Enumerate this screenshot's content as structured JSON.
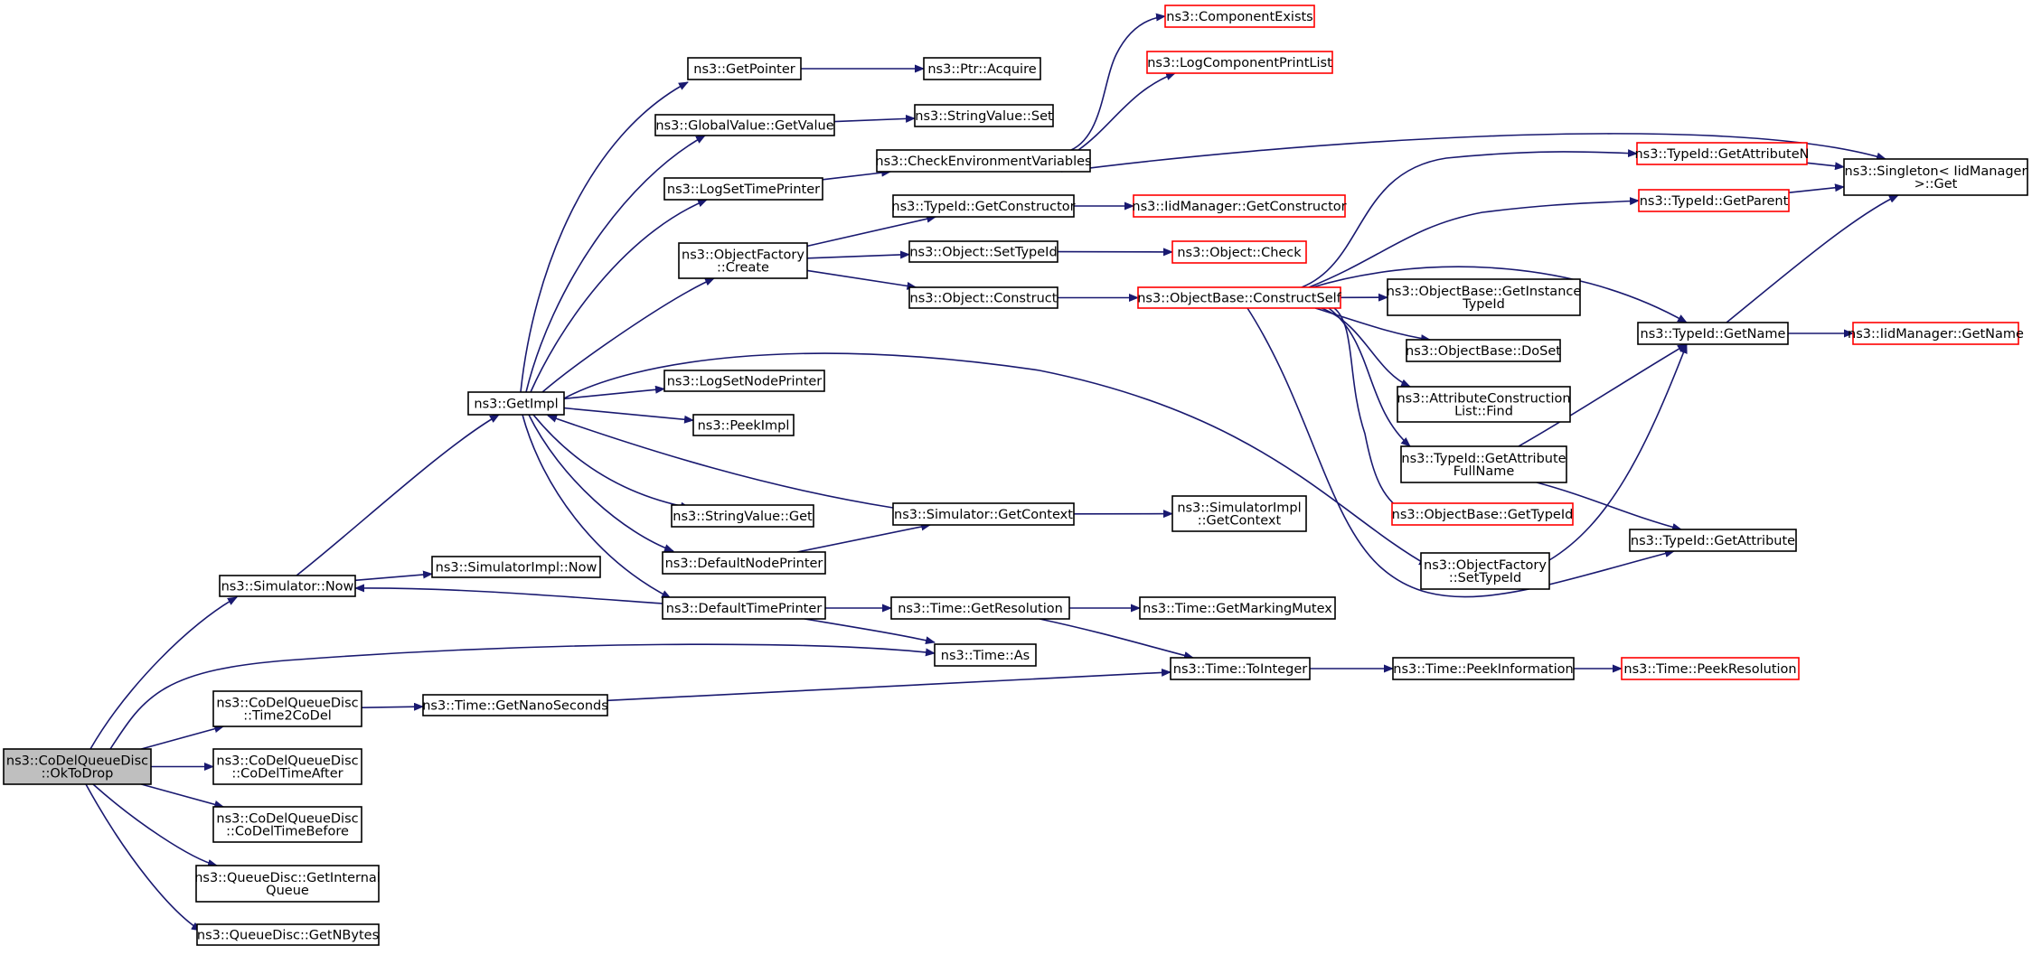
{
  "colors": {
    "edge": "#191970",
    "node_border_normal": "#000000",
    "node_border_red": "#ff0000",
    "root_fill": "#bfbfbf",
    "node_fill": "#ffffff"
  },
  "nodes": {
    "oktodrop": {
      "lines": [
        "ns3::CoDelQueueDisc",
        "::OkToDrop"
      ],
      "style": "root"
    },
    "simnow": {
      "lines": [
        "ns3::Simulator::Now"
      ],
      "style": "normal"
    },
    "time2codel": {
      "lines": [
        "ns3::CoDelQueueDisc",
        "::Time2CoDel"
      ],
      "style": "normal"
    },
    "codeltimeafter": {
      "lines": [
        "ns3::CoDelQueueDisc",
        "::CoDelTimeAfter"
      ],
      "style": "normal"
    },
    "codeltimebefore": {
      "lines": [
        "ns3::CoDelQueueDisc",
        "::CoDelTimeBefore"
      ],
      "style": "normal"
    },
    "getinternalqueue": {
      "lines": [
        "ns3::QueueDisc::GetInternal",
        "Queue"
      ],
      "style": "normal"
    },
    "getnbytes": {
      "lines": [
        "ns3::QueueDisc::GetNBytes"
      ],
      "style": "normal"
    },
    "getimpl": {
      "lines": [
        "ns3::GetImpl"
      ],
      "style": "normal"
    },
    "simimplnow": {
      "lines": [
        "ns3::SimulatorImpl::Now"
      ],
      "style": "normal"
    },
    "getnanoseconds": {
      "lines": [
        "ns3::Time::GetNanoSeconds"
      ],
      "style": "normal"
    },
    "getpointer": {
      "lines": [
        "ns3::GetPointer"
      ],
      "style": "normal"
    },
    "globalgetvalue": {
      "lines": [
        "ns3::GlobalValue::GetValue"
      ],
      "style": "normal"
    },
    "logsettimeprinter": {
      "lines": [
        "ns3::LogSetTimePrinter"
      ],
      "style": "normal"
    },
    "objfactorycreate": {
      "lines": [
        "ns3::ObjectFactory",
        "::Create"
      ],
      "style": "normal"
    },
    "logsetnodeprinter": {
      "lines": [
        "ns3::LogSetNodePrinter"
      ],
      "style": "normal"
    },
    "peekimpl": {
      "lines": [
        "ns3::PeekImpl"
      ],
      "style": "normal"
    },
    "stringvalueget": {
      "lines": [
        "ns3::StringValue::Get"
      ],
      "style": "normal"
    },
    "defaultnodeprinter": {
      "lines": [
        "ns3::DefaultNodePrinter"
      ],
      "style": "normal"
    },
    "defaulttimeprinter": {
      "lines": [
        "ns3::DefaultTimePrinter"
      ],
      "style": "normal"
    },
    "ptracquire": {
      "lines": [
        "ns3::Ptr::Acquire"
      ],
      "style": "normal"
    },
    "stringvalueset": {
      "lines": [
        "ns3::StringValue::Set"
      ],
      "style": "normal"
    },
    "checkenv": {
      "lines": [
        "ns3::CheckEnvironmentVariables"
      ],
      "style": "normal"
    },
    "typeidgetconstructor": {
      "lines": [
        "ns3::TypeId::GetConstructor"
      ],
      "style": "normal"
    },
    "objectsettypeid": {
      "lines": [
        "ns3::Object::SetTypeId"
      ],
      "style": "normal"
    },
    "objectconstruct": {
      "lines": [
        "ns3::Object::Construct"
      ],
      "style": "normal"
    },
    "simgetcontext": {
      "lines": [
        "ns3::Simulator::GetContext"
      ],
      "style": "normal"
    },
    "timegetresolution": {
      "lines": [
        "ns3::Time::GetResolution"
      ],
      "style": "normal"
    },
    "timeas": {
      "lines": [
        "ns3::Time::As"
      ],
      "style": "normal"
    },
    "componentexists": {
      "lines": [
        "ns3::ComponentExists"
      ],
      "style": "red"
    },
    "logcomponentprintlist": {
      "lines": [
        "ns3::LogComponentPrintList"
      ],
      "style": "red"
    },
    "iidgetconstructor": {
      "lines": [
        "ns3::IidManager::GetConstructor"
      ],
      "style": "red"
    },
    "objectcheck": {
      "lines": [
        "ns3::Object::Check"
      ],
      "style": "red"
    },
    "constructself": {
      "lines": [
        "ns3::ObjectBase::ConstructSelf"
      ],
      "style": "red"
    },
    "simimplgetcontext": {
      "lines": [
        "ns3::SimulatorImpl",
        "::GetContext"
      ],
      "style": "normal"
    },
    "getmarkingmutex": {
      "lines": [
        "ns3::Time::GetMarkingMutex"
      ],
      "style": "normal"
    },
    "timetointeger": {
      "lines": [
        "ns3::Time::ToInteger"
      ],
      "style": "normal"
    },
    "getinstancetypeid": {
      "lines": [
        "ns3::ObjectBase::GetInstance",
        "TypeId"
      ],
      "style": "normal"
    },
    "doset": {
      "lines": [
        "ns3::ObjectBase::DoSet"
      ],
      "style": "normal"
    },
    "attrconstructionfind": {
      "lines": [
        "ns3::AttributeConstruction",
        "List::Find"
      ],
      "style": "normal"
    },
    "getattributefullname": {
      "lines": [
        "ns3::TypeId::GetAttribute",
        "FullName"
      ],
      "style": "normal"
    },
    "objectbasegettypeid": {
      "lines": [
        "ns3::ObjectBase::GetTypeId"
      ],
      "style": "red"
    },
    "objfactorysettypeid": {
      "lines": [
        "ns3::ObjectFactory",
        "::SetTypeId"
      ],
      "style": "normal"
    },
    "peekinformation": {
      "lines": [
        "ns3::Time::PeekInformation"
      ],
      "style": "normal"
    },
    "getattributen": {
      "lines": [
        "ns3::TypeId::GetAttributeN"
      ],
      "style": "red"
    },
    "getparent": {
      "lines": [
        "ns3::TypeId::GetParent"
      ],
      "style": "red"
    },
    "typeidgetname": {
      "lines": [
        "ns3::TypeId::GetName"
      ],
      "style": "normal"
    },
    "getattribute": {
      "lines": [
        "ns3::TypeId::GetAttribute"
      ],
      "style": "normal"
    },
    "peekresolution": {
      "lines": [
        "ns3::Time::PeekResolution"
      ],
      "style": "red"
    },
    "singletonget": {
      "lines": [
        "ns3::Singleton< IidManager",
        ">::Get"
      ],
      "style": "normal"
    },
    "iidgetname": {
      "lines": [
        "ns3::IidManager::GetName"
      ],
      "style": "red"
    }
  },
  "edges": [
    [
      "oktodrop",
      "simnow"
    ],
    [
      "oktodrop",
      "timeas"
    ],
    [
      "oktodrop",
      "time2codel"
    ],
    [
      "oktodrop",
      "codeltimeafter"
    ],
    [
      "oktodrop",
      "codeltimebefore"
    ],
    [
      "oktodrop",
      "getinternalqueue"
    ],
    [
      "oktodrop",
      "getnbytes"
    ],
    [
      "simnow",
      "getimpl"
    ],
    [
      "simnow",
      "simimplnow"
    ],
    [
      "time2codel",
      "getnanoseconds"
    ],
    [
      "getnanoseconds",
      "timetointeger"
    ],
    [
      "getimpl",
      "getpointer"
    ],
    [
      "getimpl",
      "globalgetvalue"
    ],
    [
      "getimpl",
      "logsettimeprinter"
    ],
    [
      "getimpl",
      "objfactorycreate"
    ],
    [
      "getimpl",
      "logsetnodeprinter"
    ],
    [
      "getimpl",
      "peekimpl"
    ],
    [
      "getimpl",
      "stringvalueget"
    ],
    [
      "getimpl",
      "defaultnodeprinter"
    ],
    [
      "getimpl",
      "defaulttimeprinter"
    ],
    [
      "getimpl",
      "objfactorysettypeid"
    ],
    [
      "getpointer",
      "ptracquire"
    ],
    [
      "globalgetvalue",
      "stringvalueset"
    ],
    [
      "logsettimeprinter",
      "checkenv"
    ],
    [
      "checkenv",
      "componentexists"
    ],
    [
      "checkenv",
      "logcomponentprintlist"
    ],
    [
      "checkenv",
      "singletonget"
    ],
    [
      "objfactorycreate",
      "typeidgetconstructor"
    ],
    [
      "objfactorycreate",
      "objectsettypeid"
    ],
    [
      "objfactorycreate",
      "objectconstruct"
    ],
    [
      "typeidgetconstructor",
      "iidgetconstructor"
    ],
    [
      "objectsettypeid",
      "objectcheck"
    ],
    [
      "objectconstruct",
      "constructself"
    ],
    [
      "simgetcontext",
      "getimpl"
    ],
    [
      "simgetcontext",
      "simimplgetcontext"
    ],
    [
      "defaultnodeprinter",
      "simgetcontext"
    ],
    [
      "defaulttimeprinter",
      "simnow"
    ],
    [
      "defaulttimeprinter",
      "timegetresolution"
    ],
    [
      "defaulttimeprinter",
      "timeas"
    ],
    [
      "timegetresolution",
      "getmarkingmutex"
    ],
    [
      "timegetresolution",
      "timetointeger"
    ],
    [
      "timetointeger",
      "peekinformation"
    ],
    [
      "peekinformation",
      "peekresolution"
    ],
    [
      "constructself",
      "getattributen"
    ],
    [
      "constructself",
      "getparent"
    ],
    [
      "constructself",
      "typeidgetname"
    ],
    [
      "constructself",
      "getinstancetypeid"
    ],
    [
      "constructself",
      "doset"
    ],
    [
      "constructself",
      "attrconstructionfind"
    ],
    [
      "constructself",
      "getattributefullname"
    ],
    [
      "constructself",
      "objectbasegettypeid"
    ],
    [
      "constructself",
      "getattribute"
    ],
    [
      "getattributefullname",
      "typeidgetname"
    ],
    [
      "getattributefullname",
      "getattribute"
    ],
    [
      "objfactorysettypeid",
      "typeidgetname"
    ],
    [
      "getattributen",
      "singletonget"
    ],
    [
      "getparent",
      "singletonget"
    ],
    [
      "typeidgetname",
      "singletonget"
    ],
    [
      "typeidgetname",
      "iidgetname"
    ]
  ]
}
